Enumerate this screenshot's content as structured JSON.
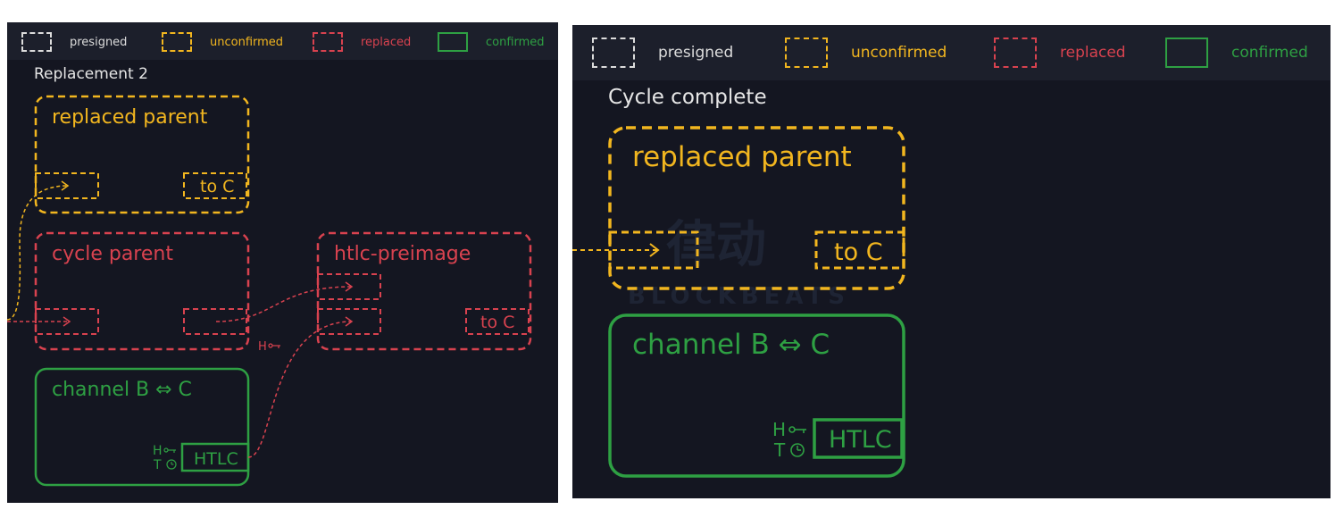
{
  "colors": {
    "background": "#141621",
    "legend_bar": "#1c1f2b",
    "presigned": "#dcdcdc",
    "unconfirmed": "#f2b61f",
    "replaced": "#d8424f",
    "confirmed": "#2ea043",
    "text": "#e6e6e6"
  },
  "legend": {
    "presigned": "presigned",
    "unconfirmed": "unconfirmed",
    "replaced": "replaced",
    "confirmed": "confirmed"
  },
  "left_panel": {
    "title": "Replacement 2",
    "replaced_parent": {
      "title": "replaced parent",
      "output_label": "to C"
    },
    "cycle_parent": {
      "title": "cycle parent"
    },
    "htlc_preimage": {
      "title": "htlc-preimage",
      "output_label": "to C"
    },
    "channel": {
      "title": "channel B ⇔ C",
      "htlc_label": "HTLC",
      "h_label": "H",
      "t_label": "T"
    },
    "arrow_label": "H"
  },
  "right_panel": {
    "title": "Cycle complete",
    "replaced_parent": {
      "title": "replaced parent",
      "output_label": "to C"
    },
    "channel": {
      "title": "channel B ⇔ C",
      "htlc_label": "HTLC",
      "h_label": "H",
      "t_label": "T"
    }
  },
  "watermark": {
    "text": "BLOCKBEATS",
    "glyphs": "律动"
  }
}
